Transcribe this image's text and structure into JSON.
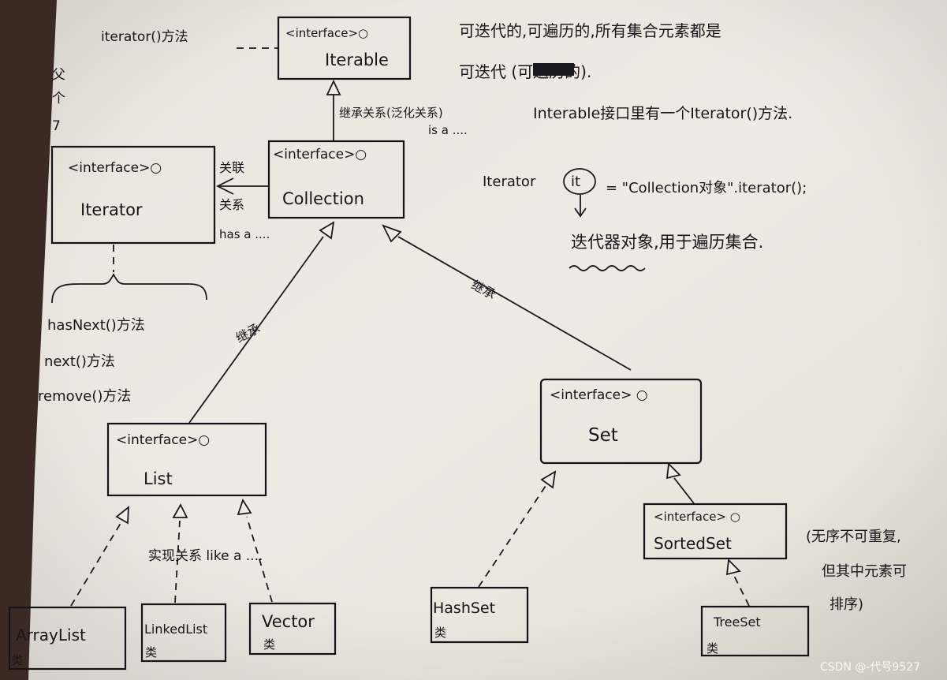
{
  "nodes": {
    "iterable": {
      "stereotype": "<interface>○",
      "name": "Iterable"
    },
    "iterator": {
      "stereotype": "<interface>○",
      "name": "Iterator"
    },
    "collection": {
      "stereotype": "<interface>○",
      "name": "Collection"
    },
    "list": {
      "stereotype": "<interface>○",
      "name": "List"
    },
    "set": {
      "stereotype": "<interface> ○",
      "name": "Set"
    },
    "sortedset": {
      "stereotype": "<interface> ○",
      "name": "SortedSet"
    },
    "arraylist": {
      "name": "ArrayList",
      "mark": "类"
    },
    "linkedlist": {
      "name": "LinkedList",
      "mark": "类"
    },
    "vector": {
      "name": "Vector",
      "mark": "类"
    },
    "hashset": {
      "name": "HashSet",
      "mark": "类"
    },
    "treeset": {
      "name": "TreeSet",
      "mark": "类"
    }
  },
  "labels": {
    "iterator_method": "iterator()方法",
    "side_note": "父\n个\n7",
    "inherit_relation": "继承关系(泛化关系)",
    "is_a": "is a ....",
    "assoc_1": "关联",
    "assoc_2": "关系",
    "has_a": "has a ....",
    "inherit_left": "继承",
    "inherit_right": "继承",
    "impl_relation": "实现关系  like a ....",
    "methods": [
      "hasNext()方法",
      "next()方法",
      "remove()方法"
    ],
    "sortedset_note": [
      "(无序不可重复,",
      "但其中元素可",
      "排序)"
    ]
  },
  "notes": {
    "line1": "可迭代的,可遍历的,所有集合元素都是",
    "line2": "可迭代  (可遍历的).",
    "line3": "Interable接口里有一个Iterator()方法.",
    "code_pre": "Iterator",
    "code_var": "it",
    "code_post": "= \"Collection对象\".iterator();",
    "code_desc": "迭代器对象,用于遍历集合."
  },
  "watermark": "CSDN @-代号9527"
}
